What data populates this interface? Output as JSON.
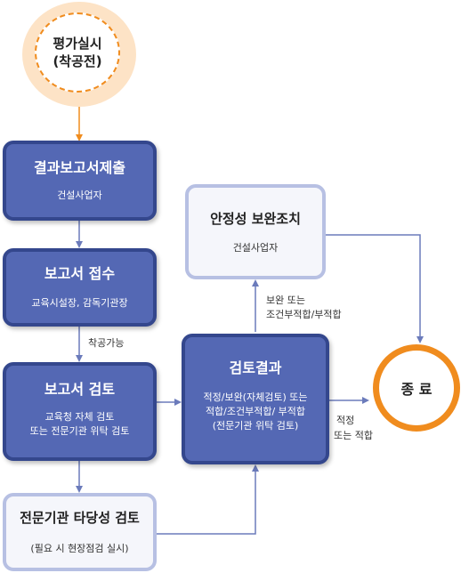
{
  "start": {
    "line1": "평가실시",
    "line2": "(착공전)"
  },
  "step1": {
    "title": "결과보고서제출",
    "sub": "건설사업자"
  },
  "step2": {
    "title": "보고서 접수",
    "sub": "교육시설장, 감독기관장"
  },
  "step3": {
    "title": "보고서 검토",
    "sub1": "교육청 자체 검토",
    "sub2": "또는 전문기관  위탁 검토"
  },
  "step4": {
    "title": "전문기관 타당성 검토",
    "sub": "(필요 시 현장점검 실시)"
  },
  "result": {
    "title": "검토결과",
    "line1": "적정/보완(자체검토) 또는",
    "line2": "적합/조건부적합/ 부적합",
    "line3": "(전문기관 위탁 검토)"
  },
  "safety": {
    "title": "안정성 보완조치",
    "sub": "건설사업자"
  },
  "end": {
    "label": "종 료"
  },
  "labels": {
    "feasible": "착공가능",
    "supplement1": "보완 또는",
    "supplement2": "조건부적합/부적합",
    "ok1": "적정",
    "ok2": "또는 적합"
  },
  "colors": {
    "dark_box": "#5468b4",
    "dark_border": "#34478d",
    "light_border": "#b7c0e3",
    "orange": "#f08c1e",
    "start_fill": "#fde3c6",
    "arrow_blue": "#6b7bbb"
  }
}
